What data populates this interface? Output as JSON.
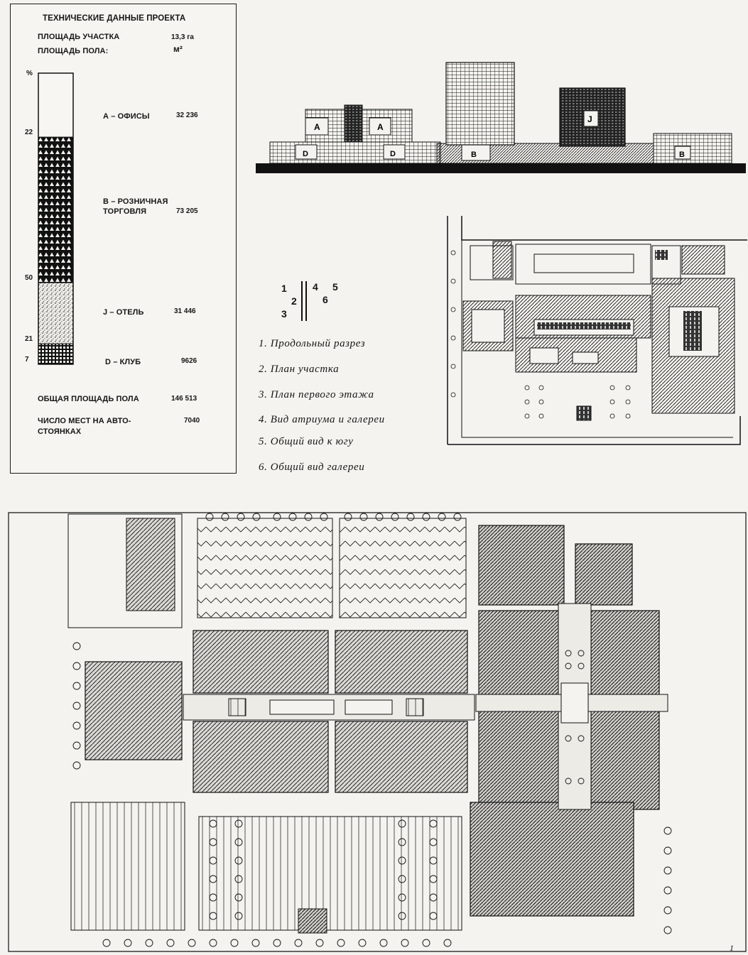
{
  "panel": {
    "title": "ТЕХНИЧЕСКИЕ ДАННЫЕ ПРОЕКТА",
    "site_area_label": "ПЛОЩАДЬ УЧАСТКА",
    "site_area_value": "13,3 га",
    "floor_area_label": "ПЛОЩАДЬ ПОЛА:",
    "floor_area_unit": "м²",
    "percent_symbol": "%",
    "total_label": "ОБЩАЯ ПЛОЩАДЬ ПОЛА",
    "total_value": "146 513",
    "parking_label_line1": "ЧИСЛО МЕСТ НА АВТО-",
    "parking_label_line2": "СТОЯНКАХ",
    "parking_value": "7040"
  },
  "chart_data": {
    "type": "bar",
    "stacked": true,
    "orientation": "vertical",
    "categories": [
      "А – ОФИСЫ",
      "В – РОЗНИЧНАЯ ТОРГОВЛЯ",
      "J – ОТЕЛЬ",
      "D – КЛУБ"
    ],
    "series": [
      {
        "percent": [
          22,
          50,
          21,
          7
        ],
        "area": [
          "32 236",
          "73 205",
          "31 446",
          "9626"
        ],
        "fill": [
          "plain",
          "triangles",
          "stipple",
          "grid"
        ]
      }
    ],
    "ylim": [
      0,
      100
    ]
  },
  "legend": {
    "key": [
      "1",
      "2",
      "3",
      "4",
      "5",
      "6"
    ],
    "captions": [
      "1. Продольный разрез",
      "2. План участка",
      "3. План первого этажа",
      "4. Вид атриума и галереи",
      "5. Общий вид к югу",
      "6. Общий вид галереи"
    ]
  },
  "section_labels": [
    "A",
    "A",
    "D",
    "D",
    "B",
    "B",
    "J"
  ],
  "page_number": "1",
  "colors": {
    "ink": "#161616",
    "paper": "#f4f3ef"
  }
}
